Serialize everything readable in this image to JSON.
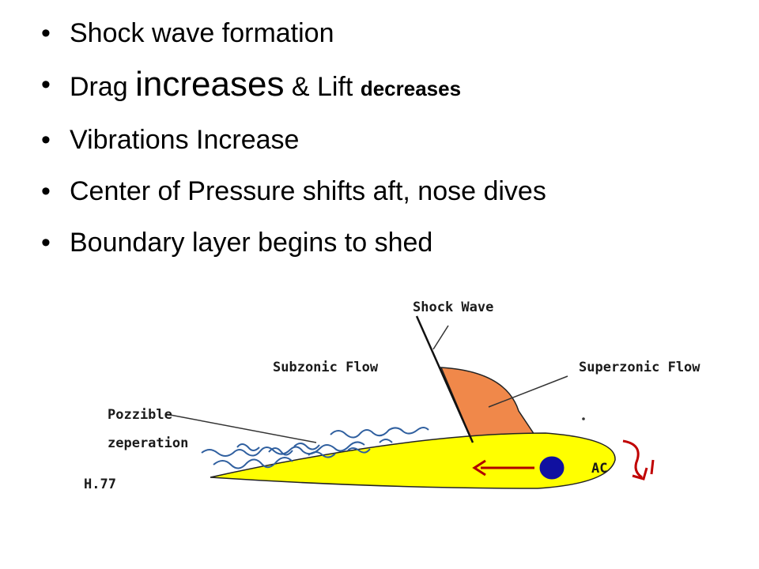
{
  "bullets": [
    {
      "parts": [
        "Shock wave formation"
      ]
    },
    {
      "parts": [
        "Drag ",
        "increases",
        " & Lift ",
        "decreases"
      ]
    },
    {
      "parts": [
        "Vibrations Increase"
      ]
    },
    {
      "parts": [
        "Center of Pressure shifts aft, nose dives"
      ]
    },
    {
      "parts": [
        "Boundary layer begins to shed"
      ]
    }
  ],
  "bullet_symbol": "•",
  "diagram": {
    "labels": {
      "shock_wave": "Shock Wave",
      "subsonic_flow": "Subzonic Flow",
      "supersonic_flow": "Superzonic Flow",
      "possible": "Pozzible",
      "separation": "zeperation",
      "figure_id": "H.77",
      "ac": "AC"
    },
    "colors": {
      "airfoil": "#ffff00",
      "supersonic_region": "#f0884a",
      "boundary_layer": "#2f5f9f",
      "ac_dot": "#1010a0",
      "cp_arrow": "#b00000",
      "moment_arrow": "#c00000"
    }
  }
}
